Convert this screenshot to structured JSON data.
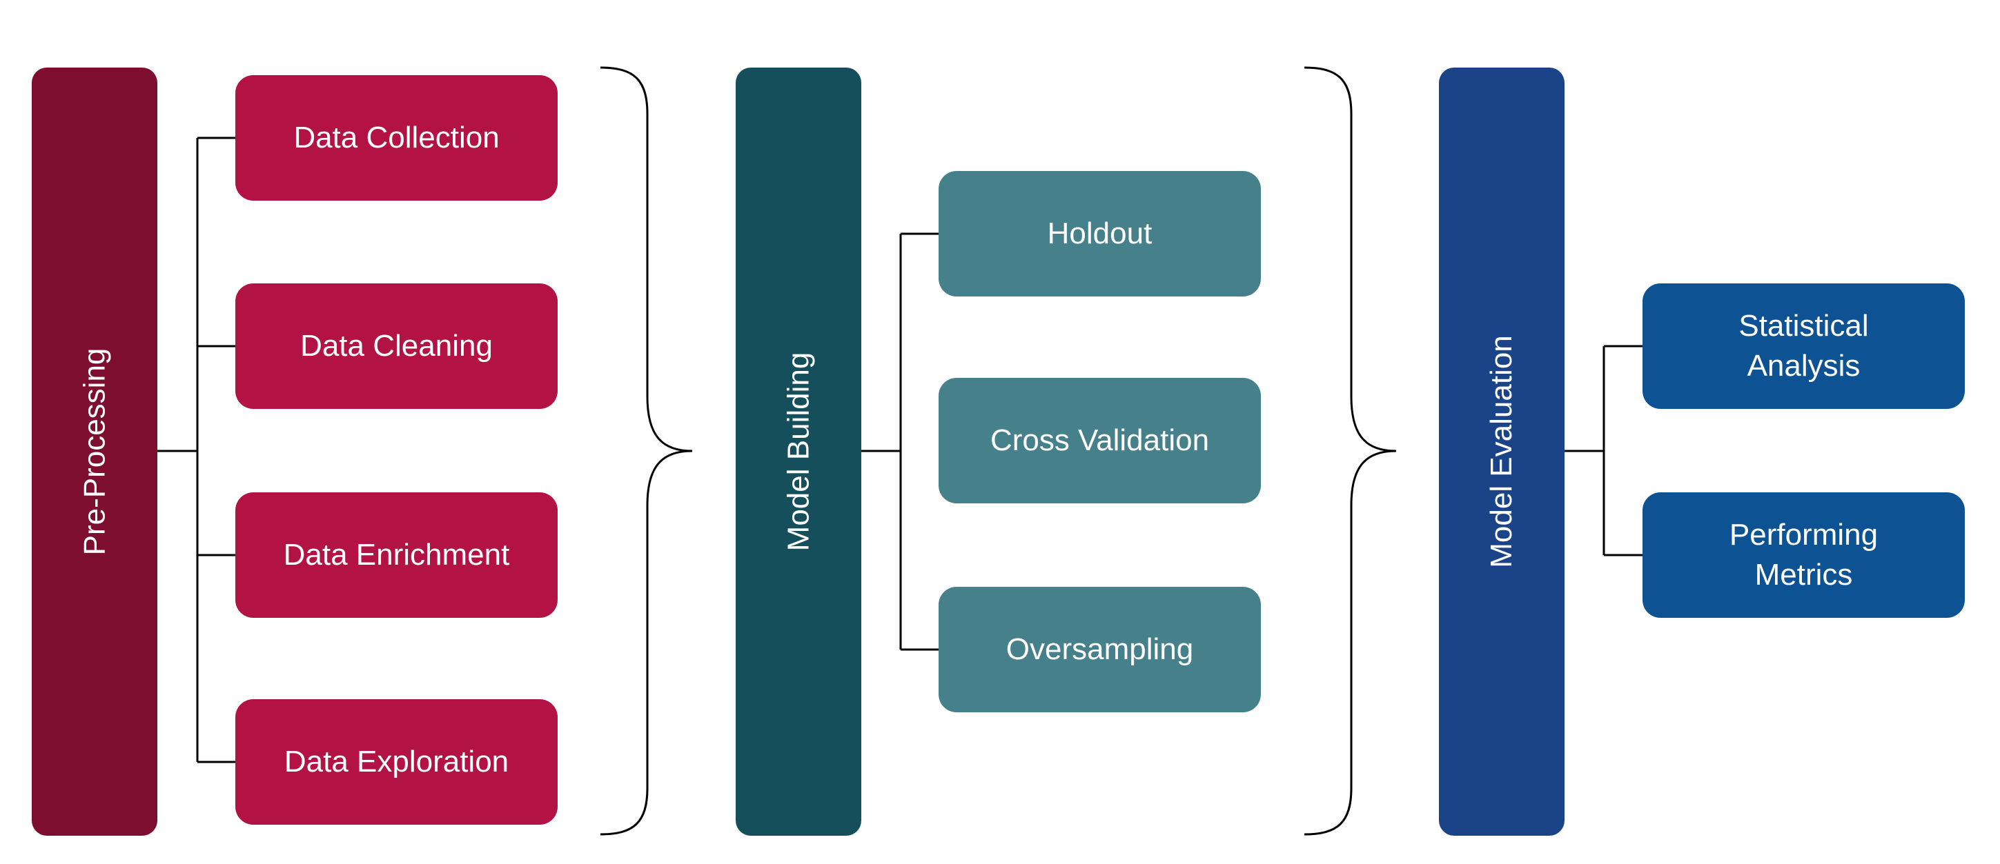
{
  "colors": {
    "pre_stage": "#7e0e30",
    "pre_box": "#b31244",
    "mb_stage": "#164f5c",
    "mb_box": "#46808b",
    "me_stage": "#1a4487",
    "me_box": "#0d5394",
    "line": "#000000"
  },
  "stages": [
    {
      "label": "Pre-Processing",
      "items": [
        "Data Collection",
        "Data Cleaning",
        "Data Enrichment",
        "Data Exploration"
      ]
    },
    {
      "label": "Model Building",
      "items": [
        "Holdout",
        "Cross Validation",
        "Oversampling"
      ]
    },
    {
      "label": "Model Evaluation",
      "items": [
        "Statistical\nAnalysis",
        "Performing\nMetrics"
      ]
    }
  ]
}
